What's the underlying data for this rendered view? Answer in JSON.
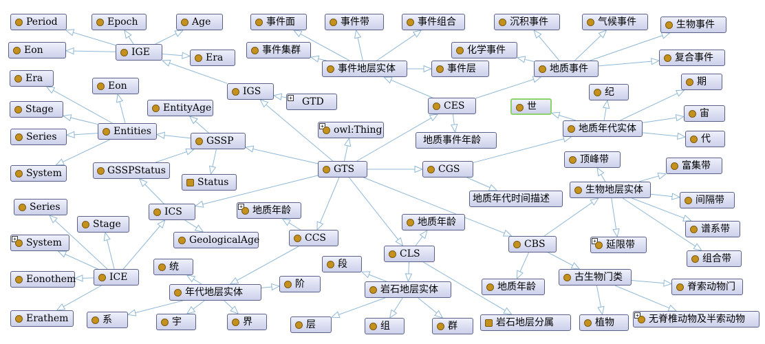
{
  "colors": {
    "edge": "#8fb7d6",
    "node_fill": "#d6d9ef",
    "node_border": "#5a5f86",
    "dot": "#c4901e",
    "highlight": "#8ed36a"
  },
  "nodes": [
    {
      "id": "period",
      "label": "Period",
      "expand": true
    },
    {
      "id": "epoch",
      "label": "Epoch"
    },
    {
      "id": "age",
      "label": "Age"
    },
    {
      "id": "eon1",
      "label": "Eon"
    },
    {
      "id": "ige",
      "label": "IGE"
    },
    {
      "id": "era1",
      "label": "Era"
    },
    {
      "id": "evt_face",
      "label": "事件面"
    },
    {
      "id": "evt_band",
      "label": "事件带"
    },
    {
      "id": "evt_combo",
      "label": "事件组合"
    },
    {
      "id": "evt_cluster",
      "label": "事件集群"
    },
    {
      "id": "evt_strat",
      "label": "事件地层实体"
    },
    {
      "id": "evt_layer",
      "label": "事件层"
    },
    {
      "id": "sed_evt",
      "label": "沉积事件"
    },
    {
      "id": "clim_evt",
      "label": "气候事件"
    },
    {
      "id": "bio_evt",
      "label": "生物事件"
    },
    {
      "id": "chem_evt",
      "label": "化学事件"
    },
    {
      "id": "geo_evt",
      "label": "地质事件"
    },
    {
      "id": "comp_evt",
      "label": "复合事件"
    },
    {
      "id": "era2",
      "label": "Era"
    },
    {
      "id": "eon2",
      "label": "Eon"
    },
    {
      "id": "igs",
      "label": "IGS"
    },
    {
      "id": "gtd",
      "label": "GTD",
      "expand": true,
      "plain": true
    },
    {
      "id": "ces",
      "label": "CES"
    },
    {
      "id": "ji",
      "label": "纪"
    },
    {
      "id": "qi",
      "label": "期"
    },
    {
      "id": "stage1",
      "label": "Stage"
    },
    {
      "id": "entityage",
      "label": "EntityAge"
    },
    {
      "id": "shi",
      "label": "世",
      "highlight": true
    },
    {
      "id": "zhou",
      "label": "宙"
    },
    {
      "id": "geotime",
      "label": "地质年代实体"
    },
    {
      "id": "series1",
      "label": "Series"
    },
    {
      "id": "entities",
      "label": "Entities"
    },
    {
      "id": "owlthing",
      "label": "owl:Thing",
      "expand": true
    },
    {
      "id": "gssp",
      "label": "GSSP"
    },
    {
      "id": "evt_age",
      "label": "地质事件年龄",
      "plain": true
    },
    {
      "id": "dai",
      "label": "代"
    },
    {
      "id": "dingfeng",
      "label": "顶峰带"
    },
    {
      "id": "fuji",
      "label": "富集带"
    },
    {
      "id": "system1",
      "label": "System"
    },
    {
      "id": "gsspstatus",
      "label": "GSSPStatus"
    },
    {
      "id": "gts",
      "label": "GTS"
    },
    {
      "id": "cgs",
      "label": "CGS"
    },
    {
      "id": "status",
      "label": "Status",
      "square": true
    },
    {
      "id": "biostrat",
      "label": "生物地层实体"
    },
    {
      "id": "gtdesc",
      "label": "地质年代时间描述",
      "plain": true
    },
    {
      "id": "jiange",
      "label": "间隔带"
    },
    {
      "id": "series2",
      "label": "Series"
    },
    {
      "id": "ics",
      "label": "ICS"
    },
    {
      "id": "geoage1",
      "label": "地质年龄",
      "expand": true
    },
    {
      "id": "stage2",
      "label": "Stage"
    },
    {
      "id": "geoage2",
      "label": "地质年龄"
    },
    {
      "id": "puxi",
      "label": "谱系带"
    },
    {
      "id": "system2",
      "label": "System",
      "expand": true
    },
    {
      "id": "geologicalage",
      "label": "GeologicalAge"
    },
    {
      "id": "ccs",
      "label": "CCS"
    },
    {
      "id": "cbs",
      "label": "CBS"
    },
    {
      "id": "yanxian",
      "label": "延限带",
      "expand": true
    },
    {
      "id": "cls",
      "label": "CLS"
    },
    {
      "id": "zuhe",
      "label": "组合带"
    },
    {
      "id": "tong",
      "label": "统"
    },
    {
      "id": "duan",
      "label": "段"
    },
    {
      "id": "eonothem",
      "label": "Eonothem"
    },
    {
      "id": "ice",
      "label": "ICE"
    },
    {
      "id": "gushengwu",
      "label": "古生物门类"
    },
    {
      "id": "jie2",
      "label": "阶"
    },
    {
      "id": "geoage3",
      "label": "地质年龄"
    },
    {
      "id": "jisuo",
      "label": "脊索动物门"
    },
    {
      "id": "chrono",
      "label": "年代地层实体"
    },
    {
      "id": "litho",
      "label": "岩石地层实体"
    },
    {
      "id": "erathem",
      "label": "Erathem"
    },
    {
      "id": "xi",
      "label": "系"
    },
    {
      "id": "yu",
      "label": "宇"
    },
    {
      "id": "jie1",
      "label": "界"
    },
    {
      "id": "ceng",
      "label": "层"
    },
    {
      "id": "zu",
      "label": "组"
    },
    {
      "id": "qun",
      "label": "群"
    },
    {
      "id": "yanshi_fen",
      "label": "岩石地层分属",
      "square": true
    },
    {
      "id": "zhiwu",
      "label": "植物"
    },
    {
      "id": "wuji",
      "label": "无脊椎动物及半索动物",
      "expand": true
    }
  ]
}
